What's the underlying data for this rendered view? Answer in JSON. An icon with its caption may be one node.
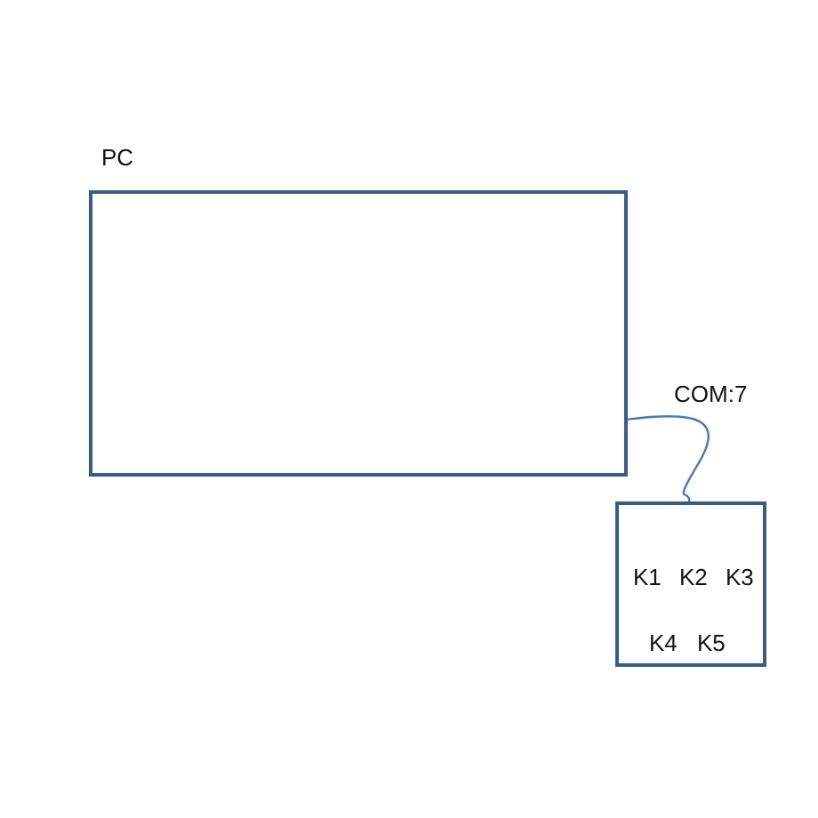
{
  "diagram": {
    "nodes": [
      {
        "text": [
          "PC"
        ]
      },
      {
        "text": [
          "K1",
          "K2",
          "K3",
          "K4",
          "K5"
        ]
      }
    ],
    "edges": [
      {
        "from": 0,
        "to": 1,
        "arrow": "none",
        "label": "COM:7"
      }
    ]
  }
}
